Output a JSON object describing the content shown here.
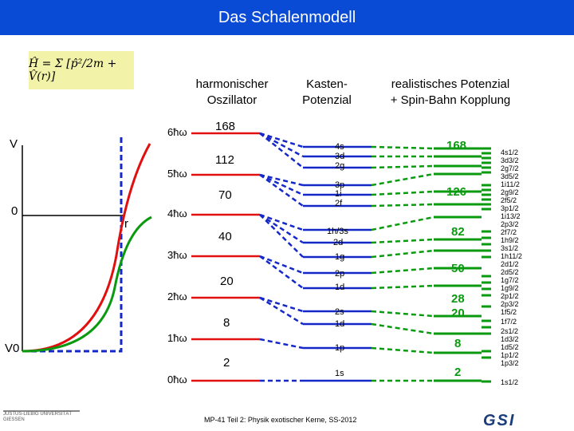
{
  "title": "Das Schalenmodell",
  "formula": "Ĥ = Σ [p̂²/2m + V̂(r)]",
  "headers": {
    "ho": [
      "harmonischer",
      "Oszillator"
    ],
    "box": [
      "Kasten-",
      "Potenzial"
    ],
    "real": [
      "realistisches Potenzial",
      "+ Spin-Bahn Kopplung"
    ]
  },
  "axis": {
    "v": "V",
    "zero": "0",
    "r": "r",
    "v0": "V0"
  },
  "ho_magic": [
    "168",
    "112",
    "70",
    "40",
    "20",
    "8",
    "2"
  ],
  "ho_levels": [
    "6ħω",
    "5ħω",
    "4ħω",
    "3ħω",
    "2ħω",
    "1ħω",
    "0ħω"
  ],
  "box_levels": [
    "4s",
    "3d",
    "2g",
    "3p",
    "1i",
    "2f",
    "1h/3s",
    "2d",
    "1g",
    "2p",
    "1d",
    "2s",
    "1d",
    "1p",
    "1s"
  ],
  "real_magic": [
    "168",
    "126",
    "82",
    "50",
    "28",
    "20",
    "8",
    "2"
  ],
  "real_states": {
    "g6": "4s1/2\n3d3/2\n2g7/2\n3d5/2\n1i11/2\n2g9/2",
    "g5": "2f5/2\n3p1/2\n1i13/2\n2p3/2\n2f7/2\n1h9/2",
    "g4": "3s1/2\n1h11/2\n2d1/2\n2d5/2\n1g7/2",
    "g3": "1g9/2\n2p1/2\n2p3/2\n1f5/2",
    "g2": "1f7/2",
    "g1": "2s1/2\n1d3/2\n1d5/2",
    "g0": "1p1/2\n1p3/2",
    "gs": "1s1/2"
  },
  "footer": "MP-41 Teil 2: Physik exotischer Kerne, SS-2012",
  "logo_left": "JUSTUS-LIEBIG UNIVERSITÄT GIESSEN",
  "logo_right": "GSI",
  "colors": {
    "title_bg": "#0a4bd6",
    "green": "#0a9a10",
    "blue": "#1428c8",
    "red": "#e01010"
  }
}
